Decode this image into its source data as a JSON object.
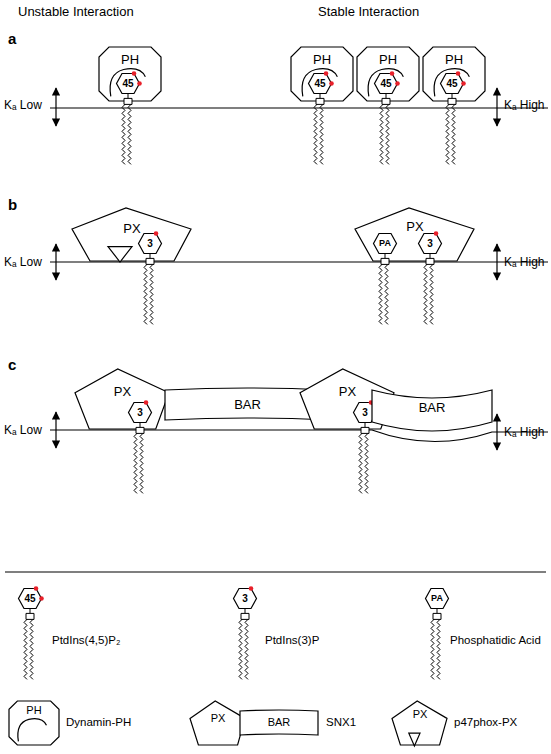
{
  "diagram": {
    "nodes": [
      {
        "text": [
          "PH"
        ]
      },
      {
        "text": [
          "45"
        ],
        "in": 0
      },
      {
        "text": [
          "PH"
        ]
      },
      {
        "text": [
          "45"
        ],
        "in": 2
      },
      {
        "text": [
          "PH"
        ]
      },
      {
        "text": [
          "45"
        ],
        "in": 4
      },
      {
        "text": [
          "PH"
        ]
      },
      {
        "text": [
          "45"
        ],
        "in": 6
      },
      {
        "text": [
          "PX"
        ]
      },
      {
        "text": [
          "3"
        ],
        "in": 8
      },
      {
        "text": [
          "PX"
        ]
      },
      {
        "text": [
          "PA"
        ],
        "in": 10
      },
      {
        "text": [
          "3"
        ],
        "in": 10
      },
      {
        "text": [
          "PX"
        ]
      },
      {
        "text": [
          "3"
        ],
        "in": 13
      },
      {
        "text": [
          "BAR"
        ]
      },
      {
        "text": [
          "PX"
        ]
      },
      {
        "text": [
          "3"
        ],
        "in": 16
      },
      {
        "text": [
          "BAR"
        ]
      },
      {
        "text": [
          "45"
        ]
      },
      {
        "text": [
          "3"
        ]
      },
      {
        "text": [
          "PA"
        ]
      },
      {
        "text": [
          "PH"
        ]
      },
      {
        "text": [
          "PX"
        ]
      },
      {
        "text": [
          "BAR"
        ]
      },
      {
        "text": [
          "PX"
        ]
      }
    ],
    "labels": [
      "Unstable Interaction",
      "Stable Interaction",
      "a",
      "Kₐ Low",
      "Kₐ High",
      "b",
      "Kₐ Low",
      "Kₐ High",
      "c",
      "Kₐ Low",
      "Kₐ High"
    ],
    "legend": [
      {
        "text": "PtdIns(4,5)P₂"
      },
      {
        "text": "PtdIns(3)P"
      },
      {
        "text": "Phosphatidic Acid"
      },
      {
        "text": "Dynamin-PH"
      },
      {
        "text": "SNX1"
      },
      {
        "text": "p47phox-PX"
      }
    ]
  }
}
